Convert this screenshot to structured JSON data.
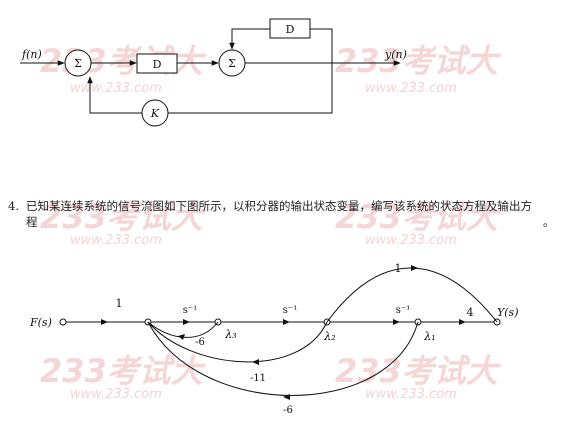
{
  "diagram1": {
    "input": "f(n)",
    "output": "y(n)",
    "sum1": "Σ",
    "sum2": "Σ",
    "delay1": "D",
    "delay2": "D",
    "gain": "K"
  },
  "question": {
    "number": "4.",
    "line1": "已知某连续系统的信号流图如下图所示，以积分器的输出状态变量，编写该系统的状态方程及输出方",
    "line2": "程",
    "trailing": "。"
  },
  "diagram2": {
    "input": "F(s)",
    "output": "Y(s)",
    "gain_in": "1",
    "gain_out": "4",
    "gain_top": "1",
    "integrator1": "s⁻¹",
    "integrator2": "s⁻¹",
    "integrator3": "s⁻¹",
    "state3": "λ₃",
    "state2": "λ₂",
    "state1": "λ₁",
    "fb1": "-6",
    "fb2": "-11",
    "fb3": "-6"
  },
  "watermark": {
    "logo": "233考试大",
    "url": "www.233.com"
  }
}
